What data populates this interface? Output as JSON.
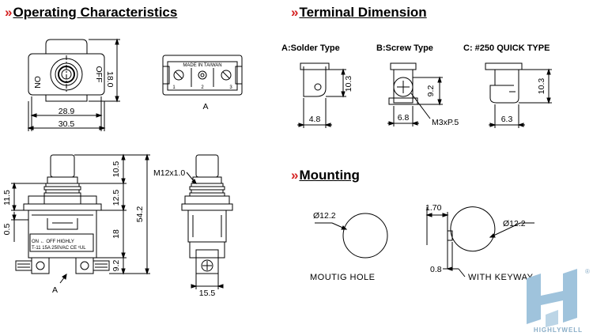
{
  "headings": {
    "operating": "Operating Characteristics",
    "terminal": "Terminal Dimension",
    "mounting": "Mounting"
  },
  "terminal_types": {
    "a": "A:Solder Type",
    "b": "B:Screw Type",
    "c": "C: #250 QUICK TYPE"
  },
  "switch_labels": {
    "on": "ON",
    "off": "OFF",
    "made_in": "MADE IN TAIWAN",
    "term1": "1",
    "term2": "2",
    "term3": "3",
    "view_a": "A",
    "side_on_off": "ON  ←  OFF  HIGHLY",
    "side_rating": "T-11  15A  250VAC  CE ᶜUL"
  },
  "dimensions": {
    "top_height": "18.0",
    "top_width_inner": "28.9",
    "top_width_outer": "30.5",
    "sw_11_5": "11.5",
    "sw_0_5": "0.5",
    "sw_10_5": "10.5",
    "sw_12_5": "12.5",
    "sw_18": "18",
    "sw_9_2": "9.2",
    "sw_54_2": "54.2",
    "thread": "M12x1.0",
    "side_width": "15.5",
    "solder_h": "10.3",
    "solder_w": "4.8",
    "screw_h": "9.2",
    "screw_w": "6.8",
    "screw_thread": "M3xP.5",
    "quick_h": "10.3",
    "quick_w": "6.3",
    "hole_dia": "Ø12.2",
    "key_dia": "Ø12.2",
    "key_1_70": "1.70",
    "key_0_8": "0.8"
  },
  "mounting_labels": {
    "hole": "MOUTIG HOLE",
    "keyway": "WITH KEYWAY"
  },
  "logo": {
    "brand": "HIGHLYWELL",
    "registered": "®"
  },
  "colors": {
    "accent": "#d42020",
    "line": "#000000",
    "logo": "#9fc3dc"
  }
}
